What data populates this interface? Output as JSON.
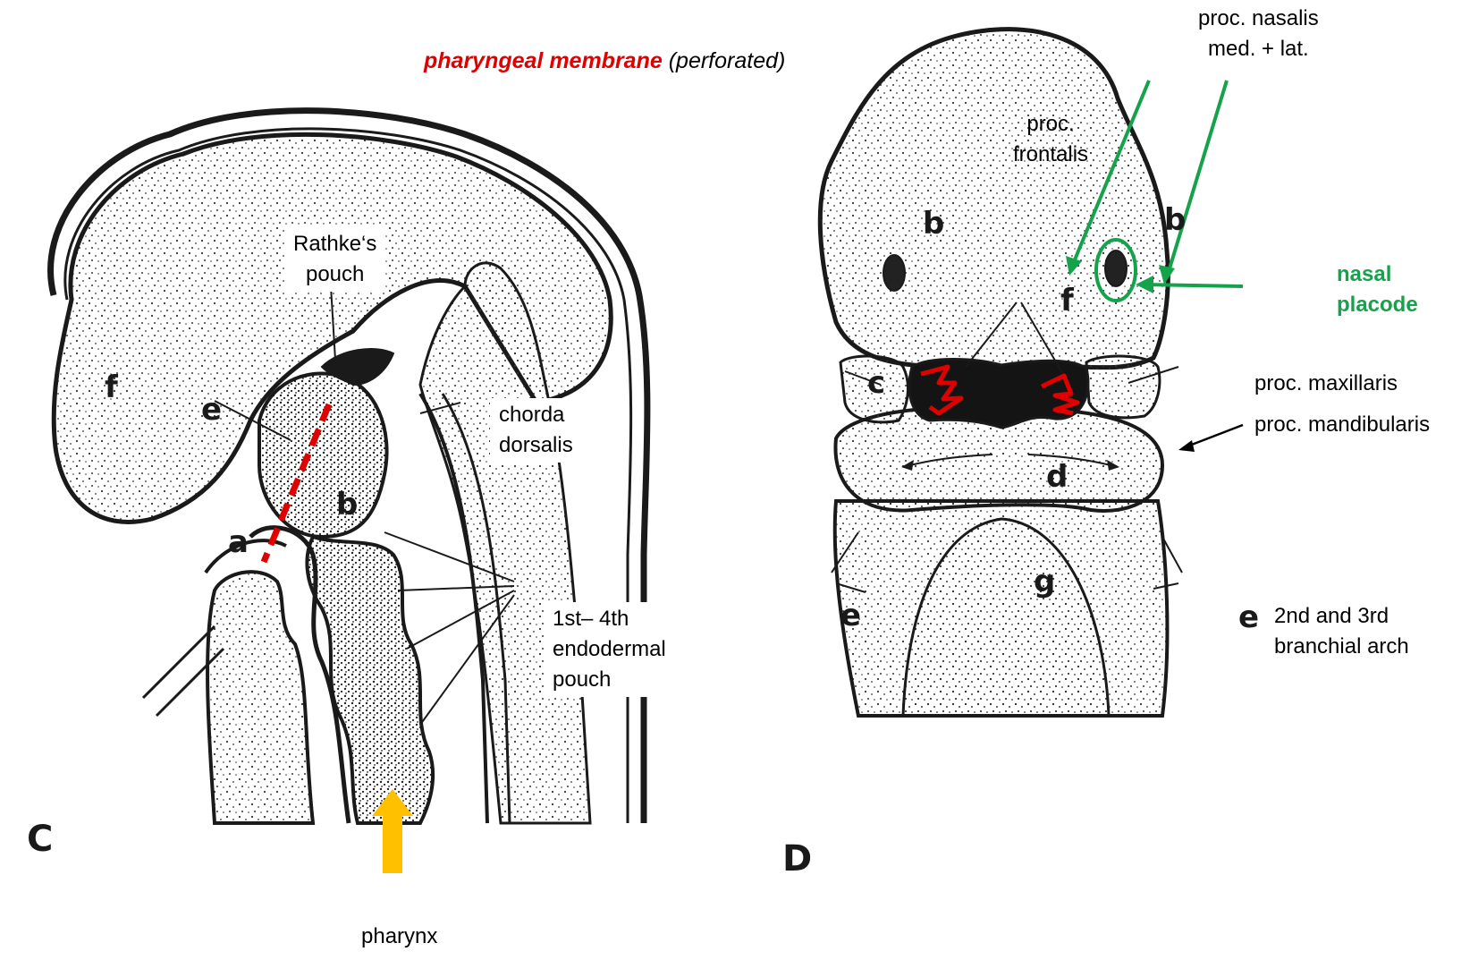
{
  "title": {
    "highlight": "pharyngeal membrane",
    "suffix": "(perforated)"
  },
  "panel_c": {
    "panel_letter": "C",
    "letters": {
      "f": "f",
      "e": "e",
      "b": "b",
      "a": "a"
    },
    "labels": {
      "rathke_line1": "Rathke‘s",
      "rathke_line2": "pouch",
      "chorda_line1": "chorda",
      "chorda_line2": "dorsalis",
      "pouch_line1": "1st– 4th",
      "pouch_line2": "endodermal",
      "pouch_line3": "pouch",
      "pharynx": "pharynx"
    }
  },
  "panel_d": {
    "panel_letter": "D",
    "letters": {
      "b_left": "b",
      "b_right": "b",
      "f": "f",
      "c": "c",
      "d": "d",
      "e_left": "e",
      "e_right": "e",
      "g": "g"
    },
    "labels": {
      "frontalis_line1": "proc.",
      "frontalis_line2": "frontalis",
      "nasalis_line1": "proc. nasalis",
      "nasalis_line2": "med. + lat.",
      "placode_line1": "nasal",
      "placode_line2": "placode",
      "maxillaris": "proc. maxillaris",
      "mandibularis": "proc. mandibularis",
      "arch_line1": "2nd and 3rd",
      "arch_line2": "branchial arch"
    }
  },
  "colors": {
    "membrane_red": "#e00000",
    "annotation_green": "#14a34a",
    "pharynx_arrow": "#ffc000",
    "drawing": "#1a1a1a"
  }
}
